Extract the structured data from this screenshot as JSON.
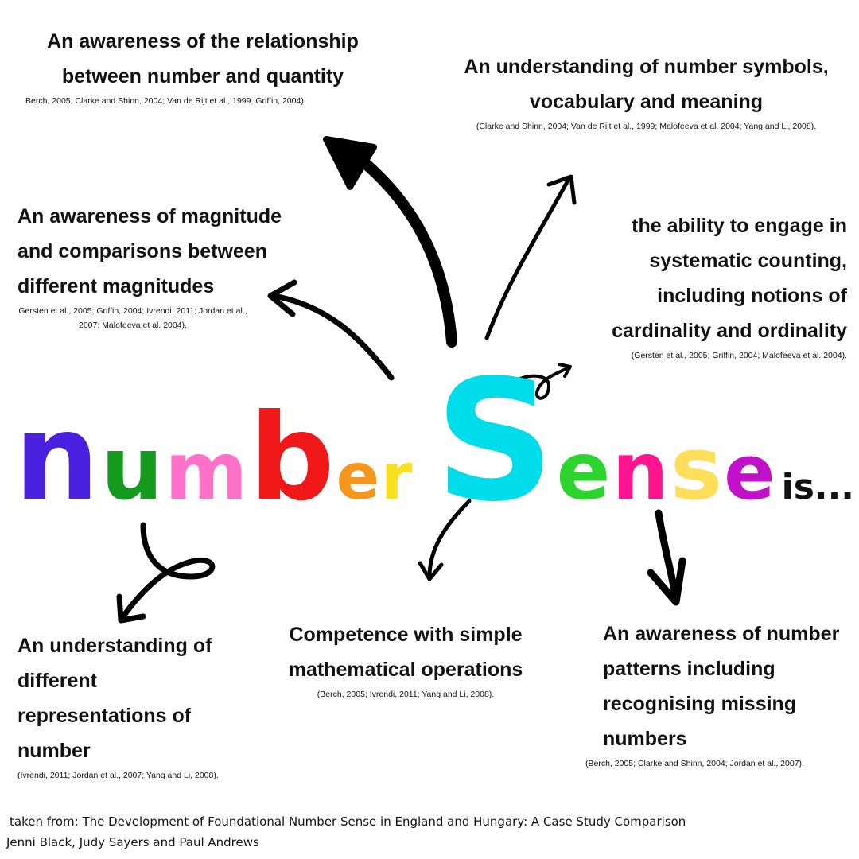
{
  "title": {
    "word1": [
      {
        "ch": "n",
        "color": "#4a1fe0"
      },
      {
        "ch": "u",
        "color": "#149a1c"
      },
      {
        "ch": "m",
        "color": "#ff70c8"
      },
      {
        "ch": "b",
        "color": "#f01818"
      },
      {
        "ch": "e",
        "color": "#f5961e"
      },
      {
        "ch": "r",
        "color": "#f8e020"
      }
    ],
    "word2": [
      {
        "ch": "S",
        "color": "#00dcea"
      },
      {
        "ch": "e",
        "color": "#2ed42e"
      },
      {
        "ch": "n",
        "color": "#ff1490"
      },
      {
        "ch": "s",
        "color": "#ffdf5a"
      },
      {
        "ch": "e",
        "color": "#c010c8"
      }
    ],
    "suffix": "is..."
  },
  "items": [
    {
      "text": "An awareness of the relationship between number and quantity",
      "cite": "Berch, 2005; Clarke and Shinn, 2004; Van de Rijt et al., 1999; Griffin, 2004)."
    },
    {
      "text": "An understanding of number symbols, vocabulary and meaning",
      "cite": "(Clarke and Shinn, 2004; Van de Rijt et al., 1999; Malofeeva et al. 2004; Yang and Li, 2008)."
    },
    {
      "text": "An awareness of magnitude and comparisons between different magnitudes",
      "cite": "Gersten et al., 2005; Griffin, 2004; Ivrendi, 2011; Jordan et al., 2007; Malofeeva et al. 2004)."
    },
    {
      "text": "the ability to engage in systematic counting, including notions of cardinality and ordinality",
      "cite": "(Gersten et al., 2005; Griffin, 2004; Malofeeva et al. 2004)."
    },
    {
      "text": "An understanding of different representations of number",
      "cite": "(Ivrendi, 2011; Jordan et al., 2007; Yang and Li, 2008)."
    },
    {
      "text": "Competence with simple mathematical operations",
      "cite": "(Berch, 2005; Ivrendi, 2011; Yang and Li, 2008)."
    },
    {
      "text": "An awareness of number patterns including recognising missing numbers",
      "cite": "(Berch, 2005; Clarke and Shinn, 2004; Jordan et al., 2007)."
    }
  ],
  "footer": {
    "line1": "taken from: The Development of Foundational Number Sense in England and Hungary: A Case Study Comparison",
    "line2": "Jenni Black, Judy Sayers and Paul Andrews"
  }
}
